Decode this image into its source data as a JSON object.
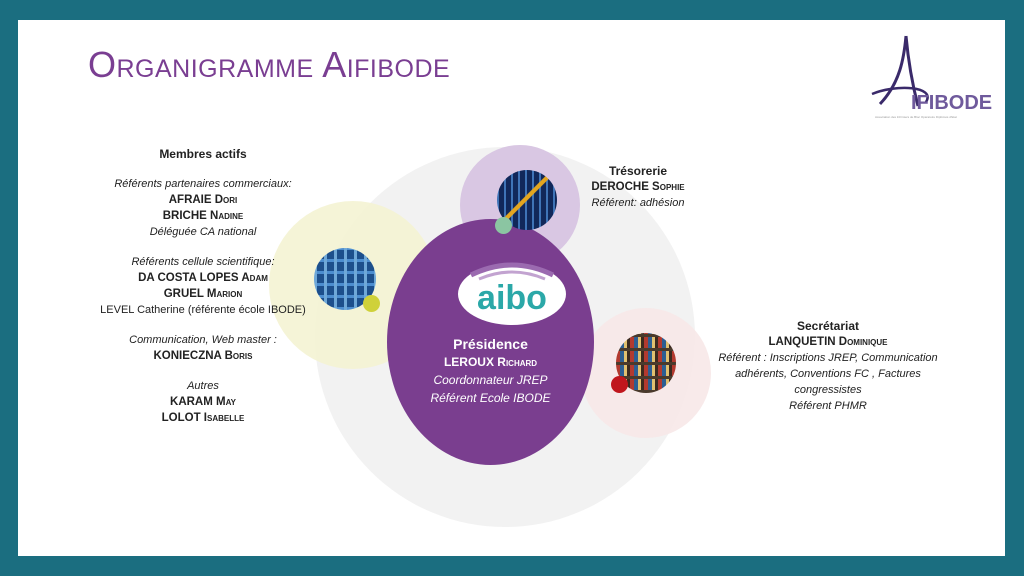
{
  "title": "Organigramme Aifibode",
  "logo": {
    "text": "IFIBODE",
    "subtitle": "Association des Infirmiers de Bloc Opératoire Diplômés d'Etat"
  },
  "center_logo": {
    "text": "aibo"
  },
  "presidence": {
    "heading": "Présidence",
    "name": "LEROUX Richard",
    "roles": [
      "Coordonnateur JREP",
      "Référent Ecole IBODE"
    ]
  },
  "membres": {
    "heading": "Membres actifs",
    "groups": [
      {
        "role": "Référents  partenaires commerciaux:",
        "names": [
          "AFRAIE Dori",
          "BRICHE Nadine"
        ],
        "extra": "Déléguée CA national"
      },
      {
        "role": "Référents  cellule scientifique:",
        "names": [
          "DA COSTA LOPES Adam",
          "GRUEL Marion"
        ],
        "plain": "LEVEL Catherine (référente école IBODE)"
      },
      {
        "role": "Communication, Web master :",
        "names": [
          "KONIECZNA Boris"
        ]
      },
      {
        "role": "Autres",
        "names": [
          "KARAM May",
          "LOLOT Isabelle"
        ]
      }
    ]
  },
  "tresorerie": {
    "heading": "Trésorerie",
    "name": "DEROCHE Sophie",
    "role": "Référent:  adhésion"
  },
  "secretariat": {
    "heading": "Secrétariat",
    "name": "LANQUETIN Dominique",
    "role": "Référent :  Inscriptions JREP, Communication adhérents, Conventions FC , Factures congressistes",
    "role2": "Référent PHMR"
  },
  "colors": {
    "frame": "#1b6e80",
    "title": "#7a3e92",
    "presidence": "#7a3e8f",
    "treso_dot": "#8bc5a2",
    "membres_dot": "#cfd13a",
    "secr_dot": "#c0161d"
  },
  "icons": {
    "membres_image": "circuit-network-image",
    "treso_image": "stock-chart-image",
    "secr_image": "bookshelf-image"
  }
}
